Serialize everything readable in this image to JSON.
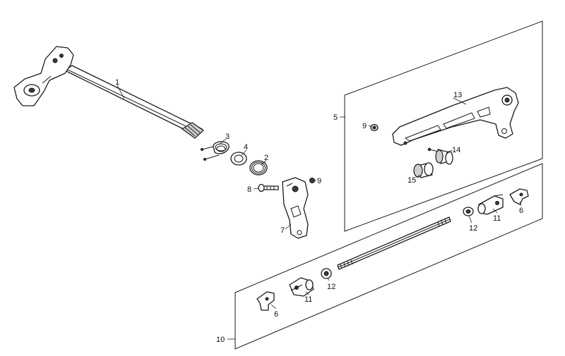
{
  "callouts": {
    "c1": "1",
    "c2": "2",
    "c3": "3",
    "c4": "4",
    "c5": "5",
    "c6a": "6",
    "c6b": "6",
    "c7": "7",
    "c8": "8",
    "c9a": "9",
    "c9b": "9",
    "c10": "10",
    "c11a": "11",
    "c11b": "11",
    "c12a": "12",
    "c12b": "12",
    "c13": "13",
    "c14": "14",
    "c15": "15"
  }
}
